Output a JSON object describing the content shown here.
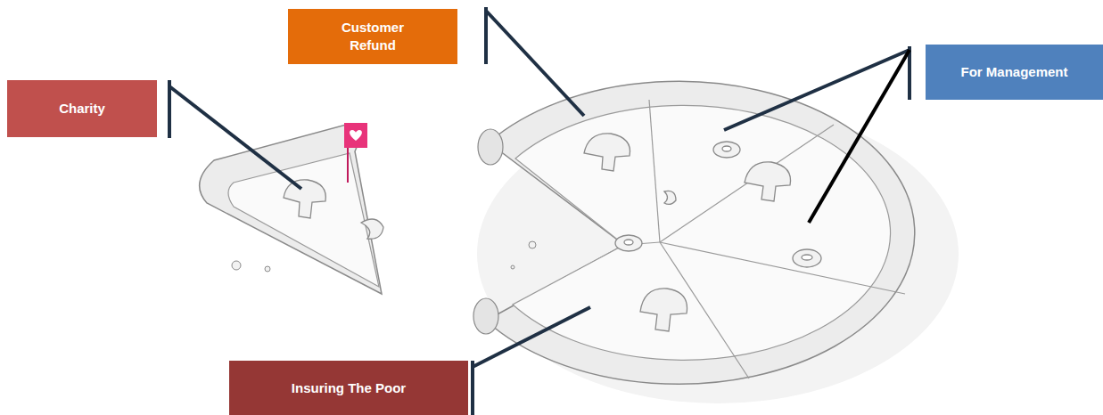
{
  "diagram": {
    "nodes": [
      {
        "text": [
          "Customer Refund"
        ]
      },
      {
        "text": [
          "For Management"
        ]
      },
      {
        "text": [
          "Charity"
        ]
      },
      {
        "text": [
          "Insuring The Poor"
        ]
      }
    ]
  }
}
